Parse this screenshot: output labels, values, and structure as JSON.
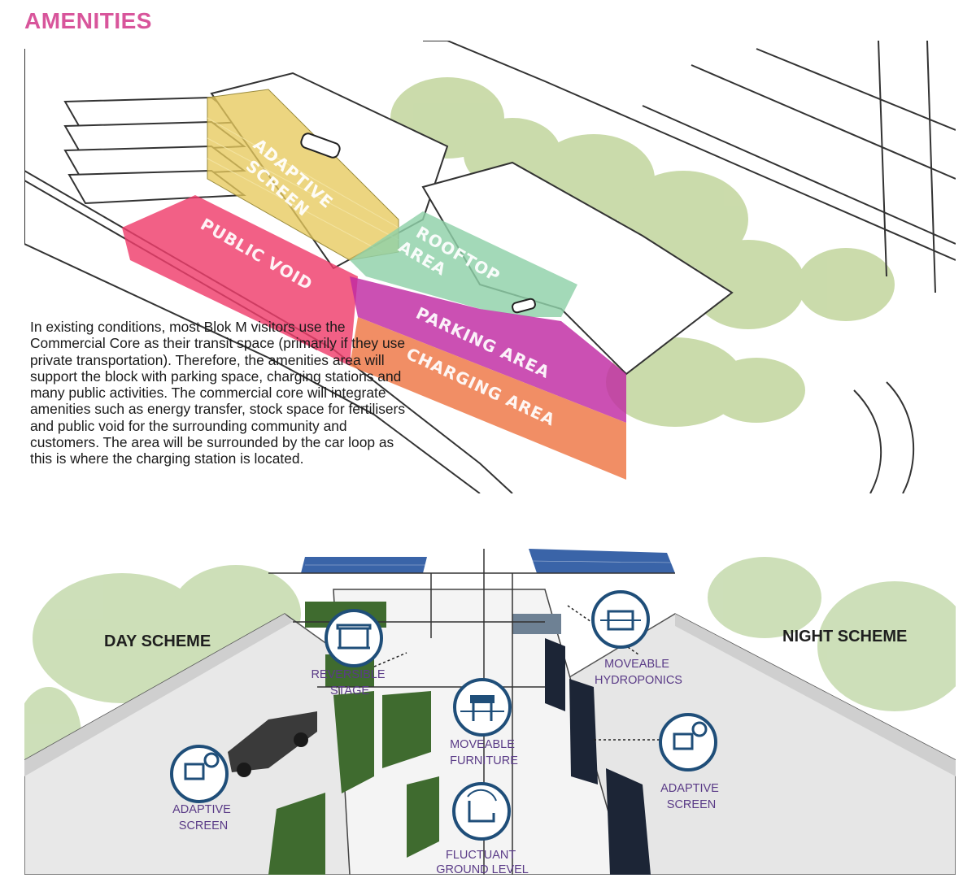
{
  "title": "AMENITIES",
  "colors": {
    "title": "#d8559b",
    "adaptive_screen_zone": "#e7c95c",
    "public_void_zone": "#ef3d6b",
    "rooftop_zone": "#8fd1a8",
    "parking_zone": "#c02aa2",
    "charging_zone": "#ef7a4a",
    "icon_ring": "#1f4e79",
    "label_text": "#5a3b87"
  },
  "top_diagram": {
    "zones": {
      "adaptive_screen": [
        "ADAPTIVE",
        "SCREEN"
      ],
      "public_void": "PUBLIC VOID",
      "rooftop_area": [
        "ROOFTOP",
        "AREA"
      ],
      "parking_area": "PARKING AREA",
      "charging_area": "CHARGING AREA"
    }
  },
  "description": "In existing conditions, most Blok M visitors use the Commercial Core as their transit space (primarily if they use private transportation). Therefore, the amenities area will support the block with parking space, charging stations and many public activities. The commercial core will integrate amenities such as energy transfer, stock space for fertilisers and public void for the surrounding community and customers. The area will be surrounded by the car loop as this is where the charging station is located.",
  "bottom_diagram": {
    "day_scheme": "DAY SCHEME",
    "night_scheme": "NIGHT SCHEME",
    "amenities": {
      "reversible_stage": [
        "REVERSIBLE",
        "STAGE"
      ],
      "moveable_hydroponics": [
        "MOVEABLE",
        "HYDROPONICS"
      ],
      "moveable_furniture": [
        "MOVEABLE",
        "FURNITURE"
      ],
      "adaptive_screen_left": [
        "ADAPTIVE",
        "SCREEN"
      ],
      "adaptive_screen_right": [
        "ADAPTIVE",
        "SCREEN"
      ],
      "fluctuant_ground_level": [
        "FLUCTUANT",
        "GROUND LEVEL"
      ]
    },
    "icons": {
      "reversible_stage": "stage-icon",
      "moveable_hydroponics": "hydroponics-icon",
      "moveable_furniture": "furniture-icon",
      "adaptive_screen": "screen-icon",
      "fluctuant_ground_level": "ground-level-icon"
    }
  }
}
